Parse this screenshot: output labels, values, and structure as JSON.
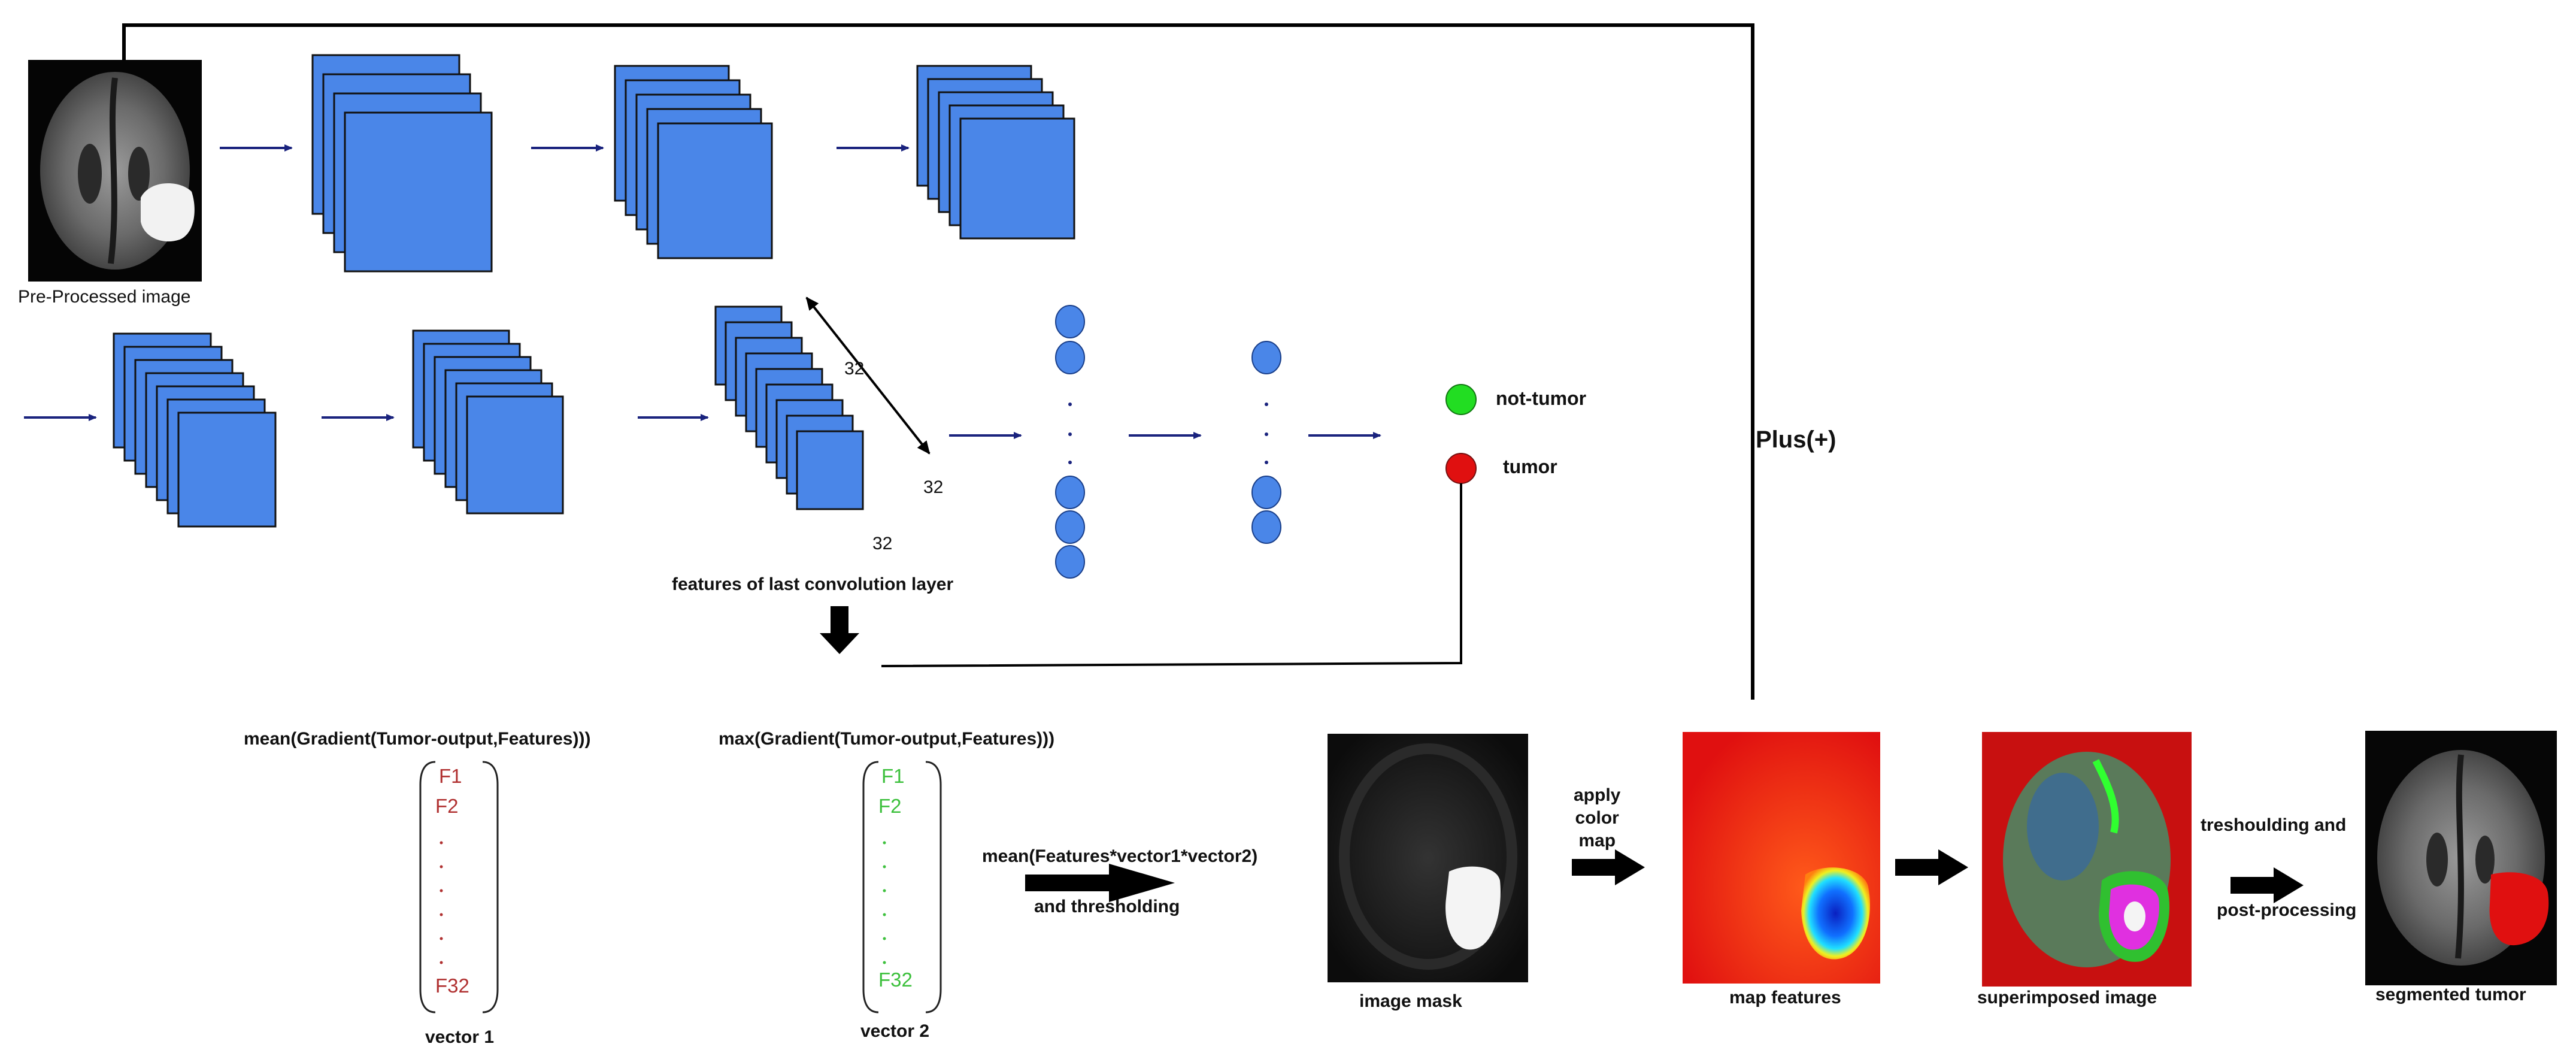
{
  "labels": {
    "preprocessed": "Pre-Processed image",
    "dim32a": "32",
    "dim32b": "32",
    "dim32c": "32",
    "not_tumor": "not-tumor",
    "tumor": "tumor",
    "plus": "Plus(+)",
    "features_last": "features of last convolution layer",
    "mean_grad": "mean(Gradient(Tumor-output,Features)))",
    "max_grad": "max(Gradient(Tumor-output,Features)))",
    "mean_feat": "mean(Features*vector1*vector2)",
    "and_thresh": "and thresholding",
    "apply_color_map": "apply\ncolor\nmap",
    "image_mask": "image  mask",
    "map_features": "map features",
    "superimposed": "superimposed image",
    "tresh_and": "treshoulding and",
    "post_processing": "post-processing",
    "segmented": "segmented tumor",
    "vector1": "vector 1",
    "vector2": "vector 2"
  },
  "vectors": {
    "v1": {
      "first": "F1",
      "second": "F2",
      "last": "F32",
      "color": "#b03030"
    },
    "v2": {
      "first": "F1",
      "second": "F2",
      "last": "F32",
      "color": "#3cc03c"
    }
  },
  "colors": {
    "feature_map": "#4a86e8",
    "arrow_blue": "#1a237e",
    "node_green": "#22dd22",
    "node_red": "#e01010",
    "black": "#000000"
  }
}
